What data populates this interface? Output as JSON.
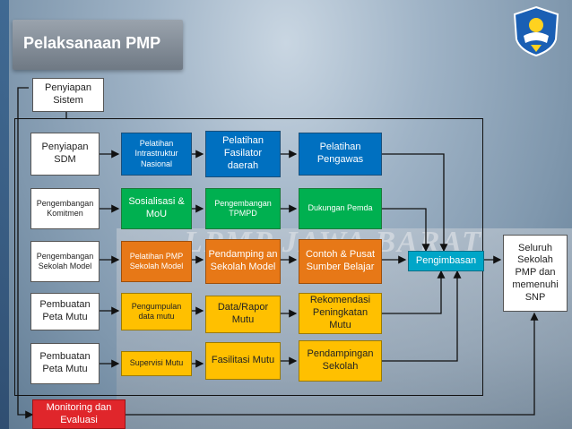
{
  "title": "Pelaksanaan PMP",
  "background_text": "LPMP JAWA BARAT",
  "colors": {
    "blue": "#0070c0",
    "green": "#00b050",
    "orange": "#e77817",
    "yellow": "#ffc000",
    "teal": "#00a6c8",
    "red": "#e0262b"
  },
  "logo_icon": "tut-wuri-handayani-logo-icon",
  "nodes": {
    "penyiapan_sistem": "Penyiapan Sistem",
    "penyiapan_sdm": "Penyiapan SDM",
    "pelatihan_intrastruktur": "Pelatihan Intrastruktur Nasional",
    "pelatihan_fasilator": "Pelatihan Fasilator daerah",
    "pelatihan_pengawas": "Pelatihan Pengawas",
    "pengembangan_komitmen": "Pengembangan Komitmen",
    "sosialisasi_mou": "Sosialisasi & MoU",
    "pengembangan_tpmpd": "Pengembangan TPMPD",
    "dukungan_pemda": "Dukungan Pemda",
    "pengembangan_sekolah_model": "Pengembangan Sekolah Model",
    "pelatihan_pmp_sekolah_model": "Pelatihan PMP Sekolah Model",
    "pendampingan_sekolah_model": "Pendamping an Sekolah Model",
    "contoh_pusat_sumber": "Contoh & Pusat Sumber Belajar",
    "pengimbasan": "Pengimbasan",
    "seluruh_sekolah": "Seluruh Sekolah PMP dan memenuhi SNP",
    "pembuatan_peta_mutu_1": "Pembuatan Peta Mutu",
    "pengumpulan_data_mutu": "Pengumpulan data mutu",
    "data_rapor_mutu": "Data/Rapor Mutu",
    "rekomendasi_peningkatan": "Rekomendasi Peningkatan Mutu",
    "pembuatan_peta_mutu_2": "Pembuatan Peta Mutu",
    "supervisi_mutu": "Supervisi Mutu",
    "fasilitasi_mutu": "Fasilitasi Mutu",
    "pendampingan_sekolah": "Pendampingan Sekolah",
    "monitoring_evaluasi": "Monitoring dan Evaluasi"
  }
}
